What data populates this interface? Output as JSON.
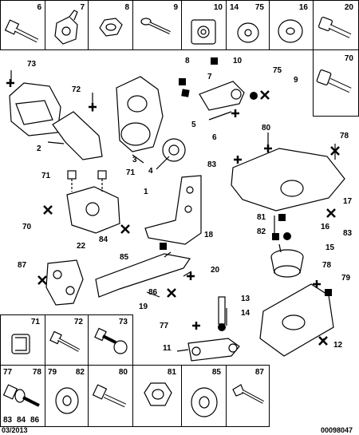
{
  "top_row": [
    "6",
    "7",
    "8",
    "9",
    "10",
    "14",
    "75",
    "16",
    "20"
  ],
  "right_cell": "70",
  "main_labels": {
    "l73": "73",
    "l72": "72",
    "l8": "8",
    "l10": "10",
    "l7": "7",
    "l75": "75",
    "l9": "9",
    "l2": "2",
    "l5": "5",
    "l6": "6",
    "l3": "3",
    "l4": "4",
    "l80": "80",
    "l78a": "78",
    "l71a": "71",
    "l71b": "71",
    "l1": "1",
    "l83a": "83",
    "l17": "17",
    "l70": "70",
    "l81": "81",
    "l83b": "83",
    "l84": "84",
    "l18": "18",
    "l82": "82",
    "l16": "16",
    "l22": "22",
    "l85": "85",
    "l15": "15",
    "l87": "87",
    "l20": "20",
    "l78b": "78",
    "l79": "79",
    "l86": "86",
    "l19": "19",
    "l13": "13",
    "l14": "14",
    "l77": "77",
    "l11": "11",
    "l12": "12"
  },
  "bottom_cells": {
    "b71": "71",
    "b72": "72",
    "b73": "73",
    "b77": "77",
    "b78": "78",
    "b79": "79",
    "b82": "82",
    "b80": "80",
    "b81": "81",
    "b85": "85",
    "b87": "87",
    "b83": "83",
    "b84": "84",
    "b86": "86"
  },
  "footer": {
    "date": "03/2013",
    "ref": "00098047"
  },
  "colors": {
    "line": "#000000",
    "background": "#ffffff"
  }
}
